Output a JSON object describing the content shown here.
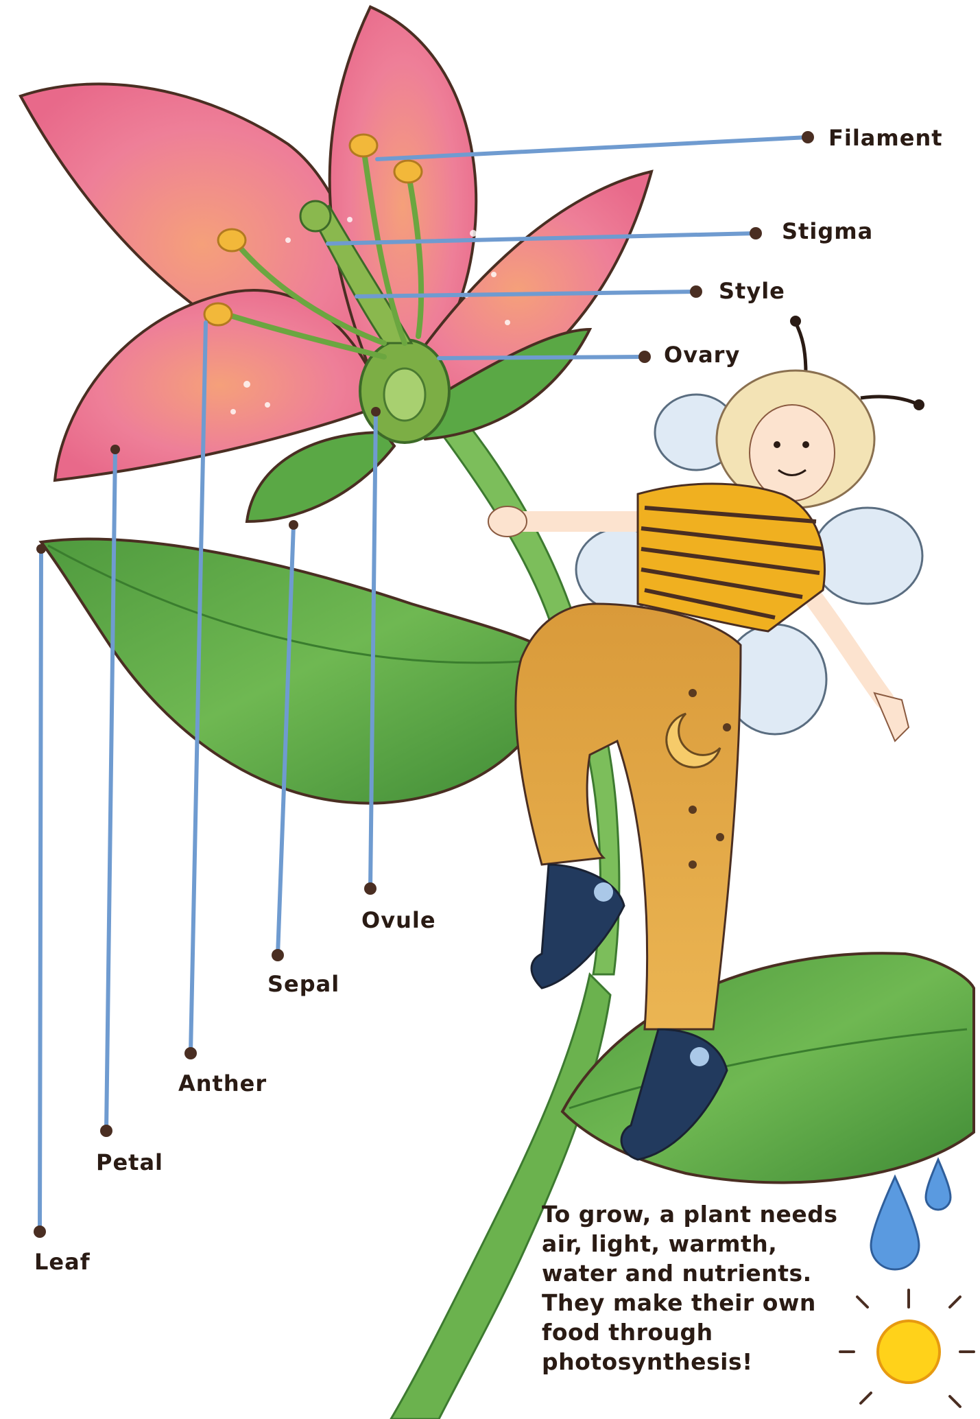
{
  "labels": {
    "filament": "Filament",
    "stigma": "Stigma",
    "style": "Style",
    "ovary": "Ovary",
    "ovule": "Ovule",
    "sepal": "Sepal",
    "anther": "Anther",
    "petal": "Petal",
    "leaf": "Leaf"
  },
  "note": "To grow, a plant needs air, light, warmth, water and nutrients. They make their own food through photosynthesis!",
  "colors": {
    "leader_line": "#6f9bd0",
    "dot": "#4a2e22",
    "petal": "#f07f97",
    "leaf": "#5aa845",
    "shirt": "#f0b020",
    "pants": "#e3a844",
    "wing": "#dfeaf5",
    "sun": "#ffd21a",
    "water": "#5a9ae0"
  }
}
